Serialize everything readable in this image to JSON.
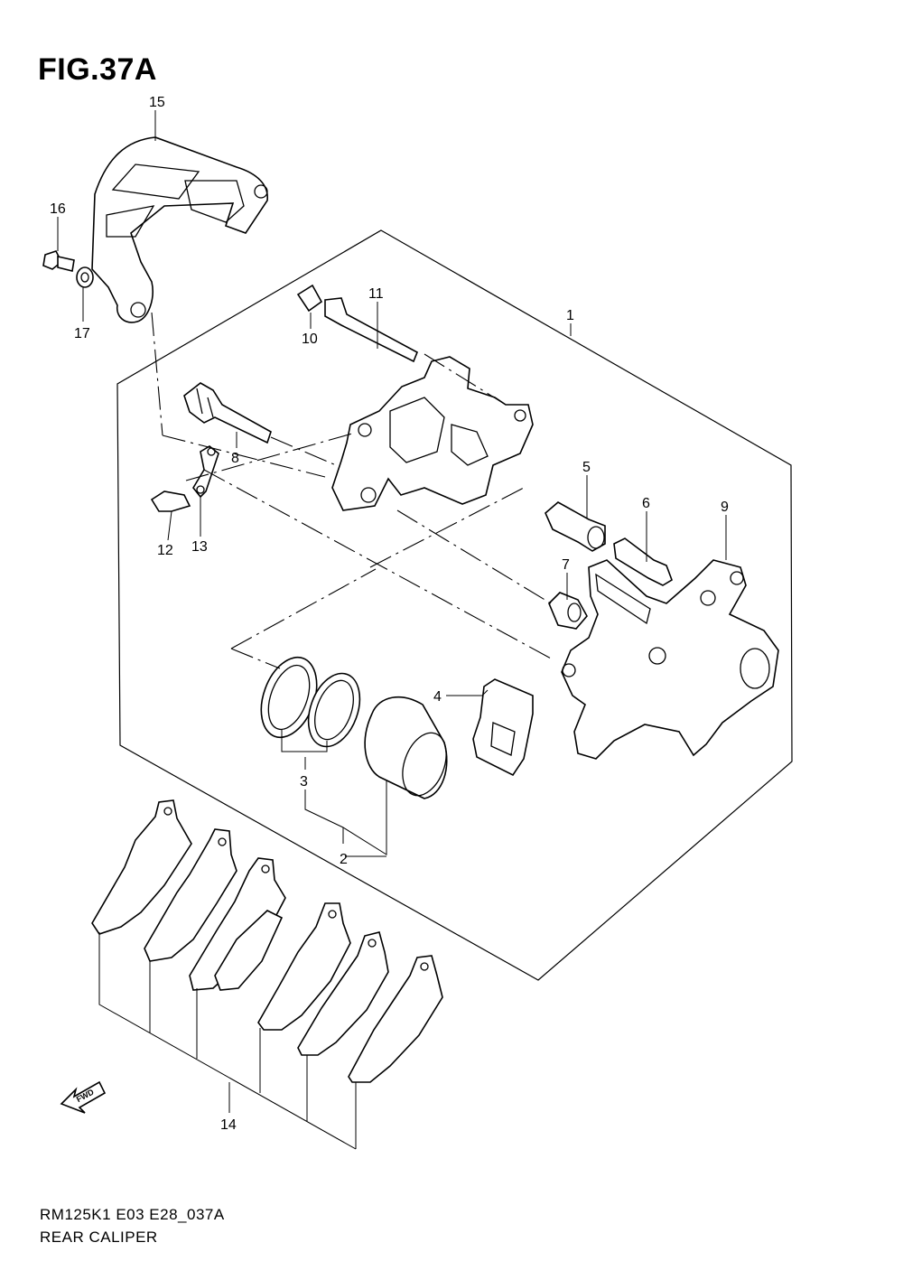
{
  "figure": {
    "title": "FIG.37A",
    "model_code": "RM125K1 E03 E28_037A",
    "section_name": "REAR CALIPER",
    "fwd_marker": "FWD"
  },
  "callouts": {
    "c1": "1",
    "c2": "2",
    "c3": "3",
    "c4": "4",
    "c5": "5",
    "c6": "6",
    "c7": "7",
    "c8": "8",
    "c9": "9",
    "c10": "10",
    "c11": "11",
    "c12": "12",
    "c13": "13",
    "c14": "14",
    "c15": "15",
    "c16": "16",
    "c17": "17"
  }
}
